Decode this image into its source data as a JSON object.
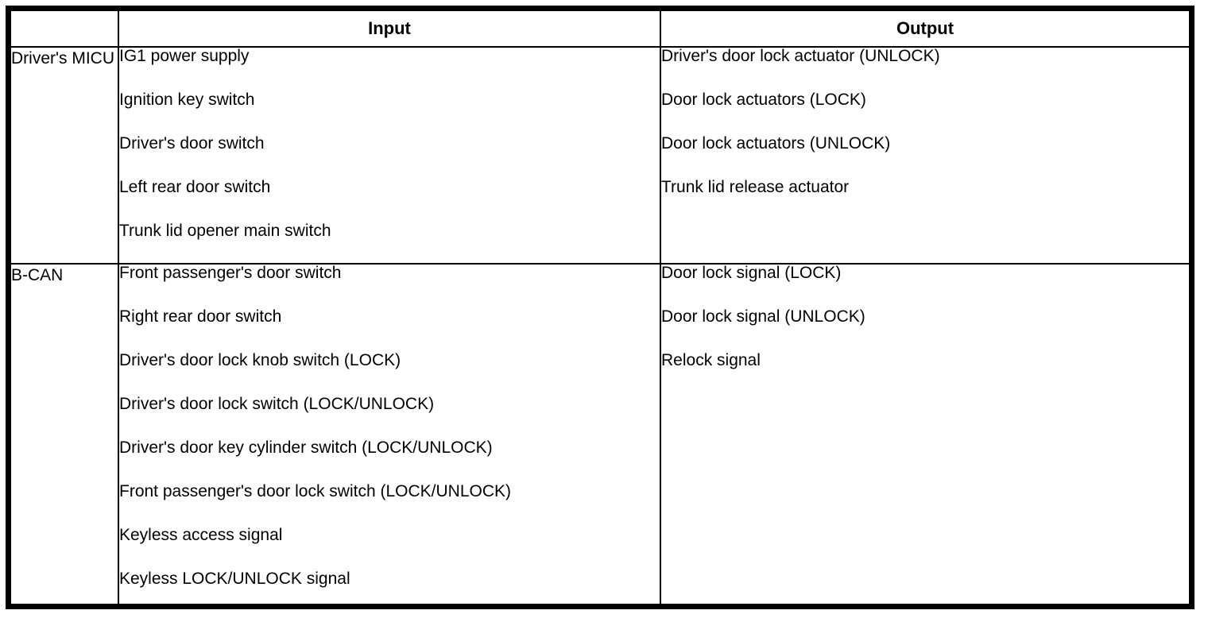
{
  "table": {
    "columns": [
      "",
      "Input",
      "Output"
    ],
    "rows": [
      {
        "source": "Driver's MICU",
        "inputs": [
          "IG1 power supply",
          "Ignition key switch",
          "Driver's door switch",
          "Left rear door switch",
          "Trunk lid opener main switch"
        ],
        "outputs": [
          "Driver's door lock actuator (UNLOCK)",
          "Door lock actuators (LOCK)",
          "Door lock actuators (UNLOCK)",
          "Trunk lid release actuator"
        ]
      },
      {
        "source": "B-CAN",
        "inputs": [
          "Front passenger's door switch",
          "Right rear door switch",
          "Driver's door lock knob switch (LOCK)",
          "Driver's door lock switch (LOCK/UNLOCK)",
          "Driver's door key cylinder switch (LOCK/UNLOCK)",
          "Front passenger's door lock switch (LOCK/UNLOCK)",
          "Keyless access signal",
          "Keyless LOCK/UNLOCK signal"
        ],
        "outputs": [
          "Door lock signal (LOCK)",
          "Door lock signal (UNLOCK)",
          "Relock signal"
        ]
      }
    ],
    "colors": {
      "border": "#000000",
      "background": "#ffffff",
      "text": "#000000"
    }
  }
}
